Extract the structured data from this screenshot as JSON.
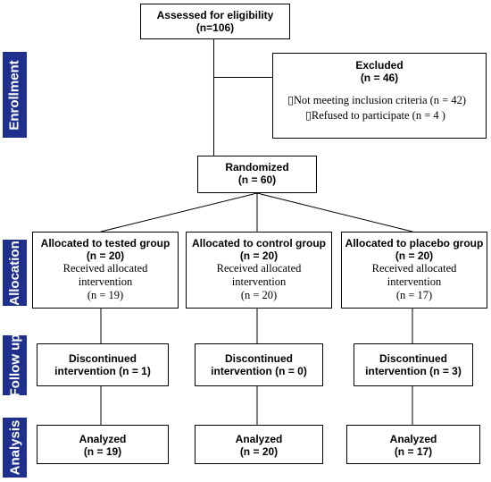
{
  "stages": {
    "enrollment": "Enrollment",
    "allocation": "Allocation",
    "follow_up": "Follow up",
    "analysis": "Analysis"
  },
  "eligibility": {
    "title": "Assessed for eligibility",
    "count": "(n=106)"
  },
  "excluded": {
    "title": "Excluded",
    "count": "(n = 46)",
    "reasons": [
      "▯Not meeting inclusion criteria (n = 42)",
      "▯Refused to participate (n = 4 )"
    ]
  },
  "randomized": {
    "title": "Randomized",
    "count": "(n = 60)"
  },
  "groups": [
    {
      "allocated": "Allocated to tested group",
      "count": "(n = 20)",
      "received_line1": "Received allocated",
      "received_line2": "intervention",
      "received_count": "(n = 19)",
      "followup_line1": "Discontinued",
      "followup_line2": "intervention (n = 1)",
      "analyzed": "Analyzed",
      "analyzed_count": "(n = 19)"
    },
    {
      "allocated": "Allocated to control group",
      "count": "(n = 20)",
      "received_line1": "Received allocated",
      "received_line2": "intervention",
      "received_count": "(n = 20)",
      "followup_line1": "Discontinued",
      "followup_line2": "intervention (n = 0)",
      "analyzed": "Analyzed",
      "analyzed_count": "(n = 20)"
    },
    {
      "allocated": "Allocated to placebo group",
      "count": "(n = 20)",
      "received_line1": "Received allocated",
      "received_line2": "intervention",
      "received_count": "(n = 17)",
      "followup_line1": "Discontinued",
      "followup_line2": "intervention (n = 3)",
      "analyzed": "Analyzed",
      "analyzed_count": "(n = 17)"
    }
  ],
  "colors": {
    "stage_label_bg": "#1f2f8c",
    "box_border": "#000000"
  }
}
